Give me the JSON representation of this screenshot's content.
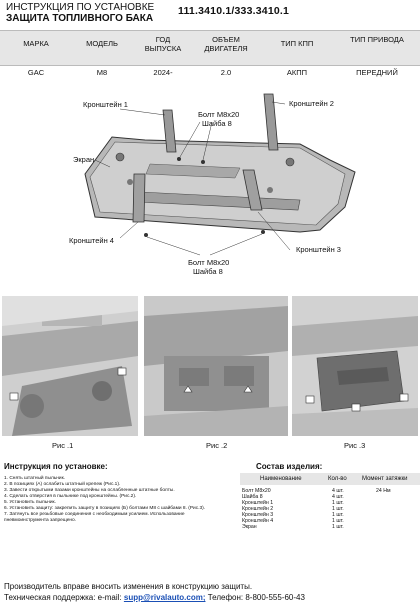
{
  "header": {
    "title_line1": "ИНСТРУКЦИЯ ПО УСТАНОВКЕ",
    "title_line2": "ЗАЩИТА ТОПЛИВНОГО БАКА",
    "part_numbers": "111.3410.1/333.3410.1"
  },
  "spec_table": {
    "headers": [
      "МАРКА",
      "МОДЕЛЬ",
      "ГОД ВЫПУСКА",
      "ОБЪЕМ ДВИГАТЕЛЯ",
      "ТИП КПП",
      "ТИП ПРИВОДА"
    ],
    "values": [
      "GAC",
      "M8",
      "2024-",
      "2.0",
      "АКПП",
      "ПЕРЕДНИЙ"
    ]
  },
  "diagram": {
    "labels": {
      "bracket1": "Кронштейн 1",
      "bracket2": "Кронштейн 2",
      "bracket3": "Кронштейн 3",
      "bracket4": "Кронштейн 4",
      "bolt_top": "Болт М8х20",
      "washer_top": "Шайба 8",
      "bolt_bottom": "Болт М8х20",
      "washer_bottom": "Шайба 8",
      "screen": "Экран"
    }
  },
  "photos": {
    "captions": [
      "Рис .1",
      "Рис .2",
      "Рис .3"
    ]
  },
  "instructions": {
    "title": "Инструкция по установке:",
    "steps": [
      "1. Снять штатный пыльник.",
      "2. В позициях (А) ослабить штатный крепеж (Рис.1).",
      "3. Завести открытыми пазами кронштейны на ослабленные штатные болты.",
      "4. Сделать отверстия в пыльнике под кронштейны. (Рис.2).",
      "5. Установить пыльник.",
      "6. Установить защиту: закрепить защиту в позициях (Б) болтами М8 с шайбами 8. (Рис.3).",
      "7. Затянуть все резьбовые соединения с необходимым усилием. Использование",
      "пневмоинструмента запрещено."
    ]
  },
  "components": {
    "title": "Состав изделия:",
    "headers": [
      "Наименование",
      "Кол-во",
      "Момент затяжки"
    ],
    "rows": [
      {
        "name": "Болт М8х20",
        "qty": "4 шт.",
        "torque": "24 Нм"
      },
      {
        "name": "Шайба 8",
        "qty": "4 шт.",
        "torque": ""
      },
      {
        "name": "Кронштейн 1",
        "qty": "1 шт.",
        "torque": ""
      },
      {
        "name": "Кронштейн 2",
        "qty": "1 шт.",
        "torque": ""
      },
      {
        "name": "Кронштейн 3",
        "qty": "1 шт.",
        "torque": ""
      },
      {
        "name": "Кронштейн 4",
        "qty": "1 шт.",
        "torque": ""
      },
      {
        "name": "Экран",
        "qty": "1 шт.",
        "torque": ""
      }
    ]
  },
  "footer": {
    "line1": "Производитель вправе вносить изменения в конструкцию защиты.",
    "support_label": "Техническая поддержка:  e-mail: ",
    "email": "supp@rivalauto.com;",
    "phone": " Телефон: 8-800-555-60-43"
  }
}
